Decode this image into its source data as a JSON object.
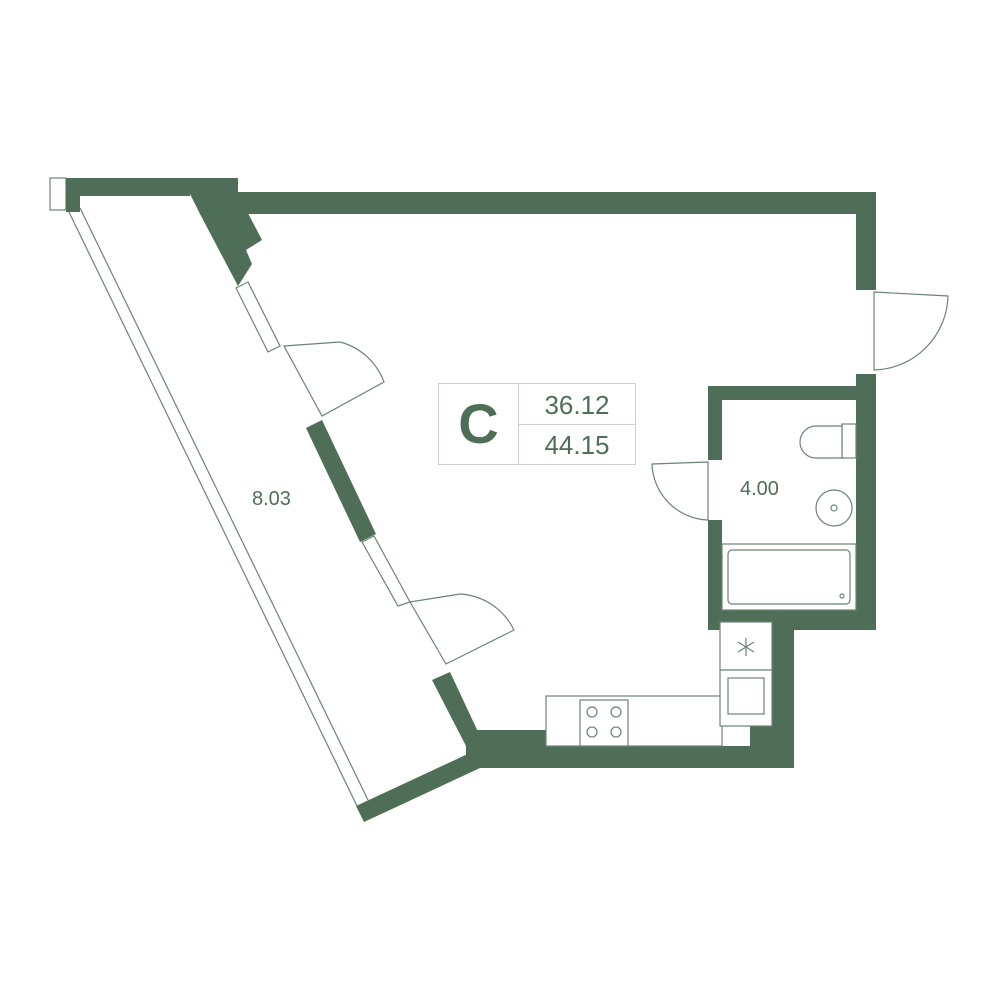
{
  "colors": {
    "wall": "#4f6e57",
    "line": "#6b8572",
    "background": "#ffffff"
  },
  "unit_type": {
    "letter": "C",
    "living_area": "36.12",
    "total_area": "44.15"
  },
  "rooms": {
    "balcony_area": "8.03",
    "bathroom_area": "4.00"
  },
  "icons": {
    "kitchen_stove": "stove-icon",
    "toilet": "toilet-icon",
    "sink": "sink-icon",
    "bathtub": "bathtub-icon",
    "ventilation": "ventilation-icon",
    "utility_shaft": "shaft-icon"
  }
}
